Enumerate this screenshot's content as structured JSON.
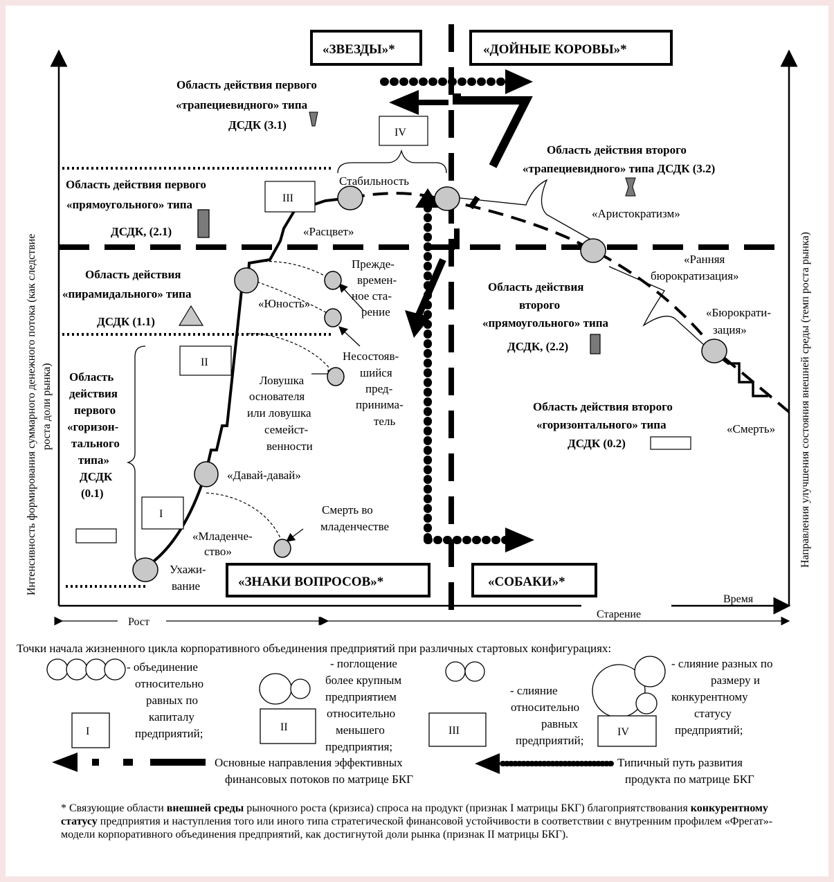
{
  "quadrants": {
    "stars": "«ЗВЕЗДЫ»*",
    "cash_cows": "«ДОЙНЫЕ КОРОВЫ»*",
    "question_marks": "«ЗНАКИ ВОПРОСОВ»*",
    "dogs": "«СОБАКИ»*"
  },
  "axes": {
    "y_left": "Интенсивность формирования суммарного денежного потока (как следствие",
    "y_left2": "роста доли рынка)",
    "y_right": "Направления улучшения состояния внешней среды (темп роста рынка)",
    "x_time": "Время",
    "growth": "Рост",
    "aging": "Старение"
  },
  "areas": {
    "trap1": [
      "Область действия первого",
      "«трапециевидного» типа",
      "ДСДК (3.1)"
    ],
    "rect1": [
      "Область действия первого",
      "«прямоугольного» типа",
      "ДСДК, (2.1)"
    ],
    "pyr": [
      "Область действия",
      "«пирамидального» типа",
      "ДСДК (1.1)"
    ],
    "horiz1": [
      "Область",
      "действия",
      "первого",
      "«горизон-",
      "тального",
      "типа»",
      "ДСДК",
      "(0.1)"
    ],
    "trap2": [
      "Область действия второго",
      "«трапециевидного» типа ДСДК (3.2)"
    ],
    "rect2": [
      "Область действия",
      "второго",
      "«прямоугольного» типа",
      "ДСДК, (2.2)"
    ],
    "horiz2": [
      "Область действия второго",
      "«горизонтального» типа",
      "ДСДК (0.2)"
    ]
  },
  "stages": {
    "courtship": [
      "Ухажи-",
      "вание"
    ],
    "infancy": [
      "«Младенче-",
      "ство»"
    ],
    "gogo": "«Давай-давай»",
    "youth": "«Юность»",
    "prime": "«Расцвет»",
    "stability": "Стабильность",
    "aristocracy": "«Аристократизм»",
    "early_bureaucracy": [
      "«Ранняя",
      "бюрократизация»"
    ],
    "bureaucracy": [
      "«Бюрократи-",
      "зация»"
    ],
    "death": "«Смерть»",
    "infant_death": [
      "Смерть во",
      "младенчестве"
    ],
    "founder_trap": [
      "Ловушка",
      "основателя",
      "или ловушка",
      "семейст-",
      "венности"
    ],
    "failed_entrepreneur": [
      "Несостояв-",
      "шийся",
      "пред-",
      "принима-",
      "тель"
    ],
    "premature_aging": [
      "Прежде-",
      "времен-",
      "ное ста-",
      "рение"
    ]
  },
  "roman": [
    "I",
    "II",
    "III",
    "IV"
  ],
  "legend": {
    "title": "Точки начала жизненного цикла корпоративного объединения предприятий при различных стартовых конфигурациях:",
    "c1": [
      "- объединение",
      "относительно",
      "равных по",
      "капиталу",
      "предприятий;"
    ],
    "c2": [
      "- поглощение",
      "более крупным",
      "предприятием",
      "относительно",
      "меньшего",
      "предприятия;"
    ],
    "c3": [
      "- слияние",
      "относительно",
      "равных",
      "предприятий;"
    ],
    "c4": [
      "- слияние разных по",
      "размеру и",
      "конкурентному",
      "статусу",
      "предприятий;"
    ],
    "flows": [
      "Основные направления эффективных",
      "финансовых потоков по матрице БКГ"
    ],
    "path": [
      "Типичный путь развития",
      "продукта по матрице БКГ"
    ]
  },
  "footnote": {
    "p1": "* Связующие области ",
    "b1": "внешней среды",
    "p2": " рыночного роста (кризиса) спроса на продукт (признак I матрицы БКГ) благоприятствования ",
    "b2": "конкурентному статусу",
    "p3": " предприятия и наступления того или иного типа стратегической финансовой устойчивости в соответствии с внутренним профилем «Фрегат»-модели корпоративного объединения предприятий, как достигнутой доли рынка (признак II матрицы БКГ)."
  },
  "colors": {
    "background": "#f7e4e4",
    "panel": "#ffffff",
    "marker_fill": "#c8c8c8",
    "marker_dark": "#7a7a7a"
  }
}
